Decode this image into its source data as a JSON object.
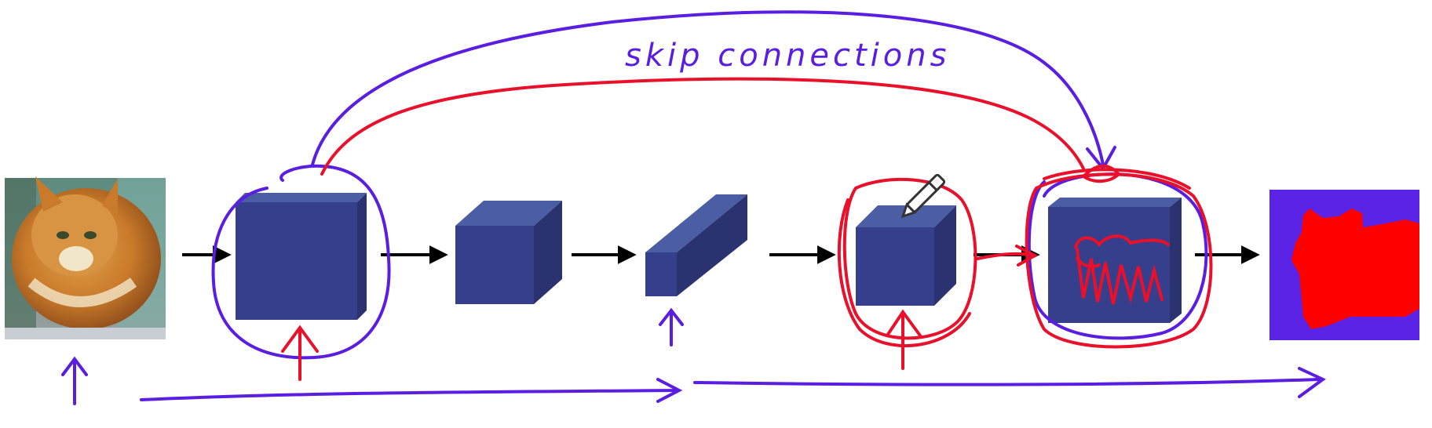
{
  "annotation": {
    "skip_label": "skip connections"
  },
  "colors": {
    "background": "#ffffff",
    "cube_front": "#363f8c",
    "cube_top": "#4b5ea3",
    "cube_side": "#2a3270",
    "ink_blue": "#5a1ee0",
    "ink_red": "#e8102a",
    "arrow_black": "#000000",
    "mask_background": "#5a23e6",
    "mask_foreground": "#ff0000"
  },
  "icons": {
    "input_image": "cat-photo",
    "output_image": "segmentation-mask",
    "pen_cursor": "pen-icon"
  }
}
